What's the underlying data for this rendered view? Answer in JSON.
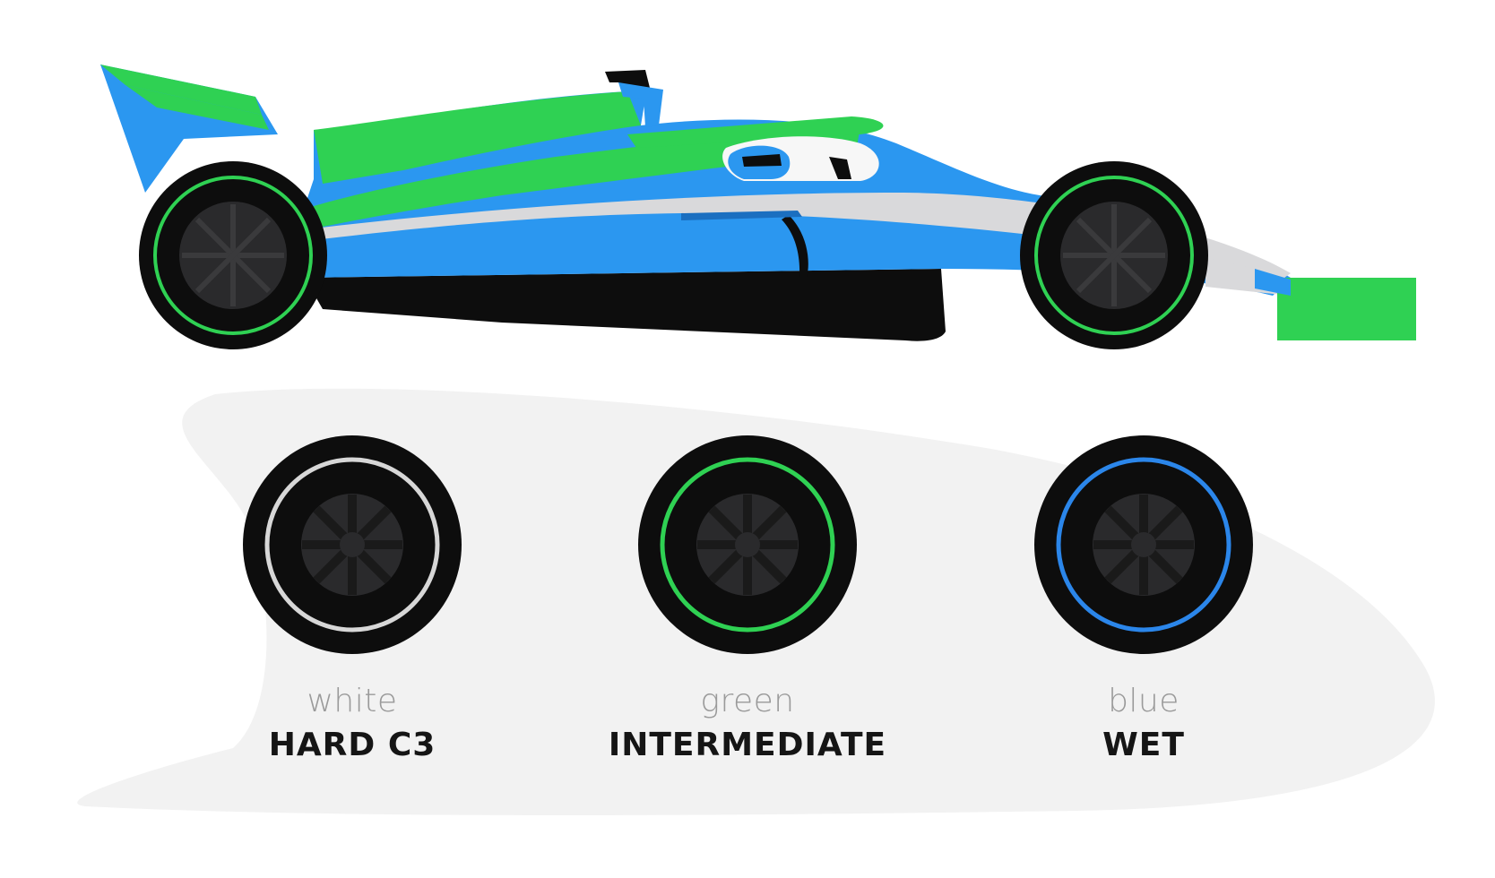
{
  "colors": {
    "car_blue": "#2b97f0",
    "car_green": "#2fd153",
    "car_silver": "#d9d9db",
    "tire_black": "#0d0d0d",
    "rim_dark": "#2a2a2c",
    "background_blob": "#f2f2f2"
  },
  "car": {
    "name_icon": "formula-one-car-icon",
    "tire_ring_color": "#2fd153"
  },
  "tires": [
    {
      "color_word": "white",
      "compound": "HARD C3",
      "ring_color": "#d7d7d7"
    },
    {
      "color_word": "green",
      "compound": "INTERMEDIATE",
      "ring_color": "#2fd153"
    },
    {
      "color_word": "blue",
      "compound": "WET",
      "ring_color": "#2b86ea"
    }
  ]
}
